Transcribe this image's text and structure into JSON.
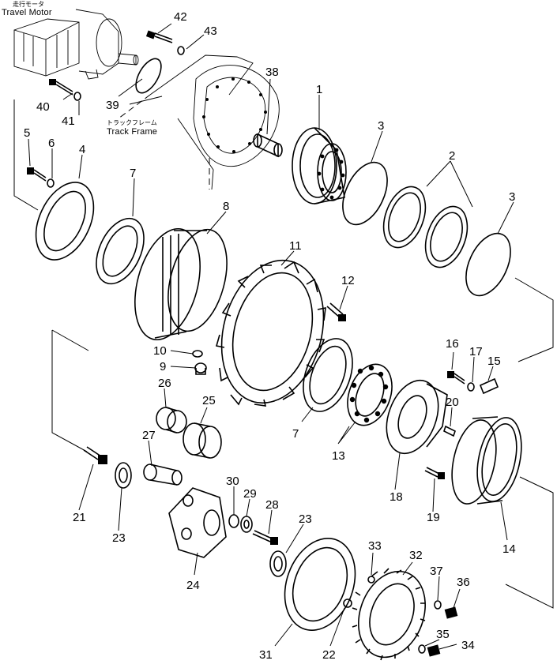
{
  "captions": {
    "travel_motor_jp": "走行モータ",
    "travel_motor_en": "Travel Motor",
    "track_frame_jp": "トラックフレーム",
    "track_frame_en": "Track Frame"
  },
  "callouts": [
    "1",
    "2",
    "3",
    "3",
    "4",
    "5",
    "6",
    "7",
    "7",
    "8",
    "9",
    "10",
    "11",
    "12",
    "13",
    "14",
    "15",
    "16",
    "17",
    "18",
    "19",
    "20",
    "21",
    "22",
    "23",
    "23",
    "24",
    "25",
    "26",
    "27",
    "28",
    "29",
    "30",
    "31",
    "32",
    "33",
    "34",
    "35",
    "36",
    "37",
    "38",
    "39",
    "40",
    "41",
    "42",
    "43"
  ]
}
